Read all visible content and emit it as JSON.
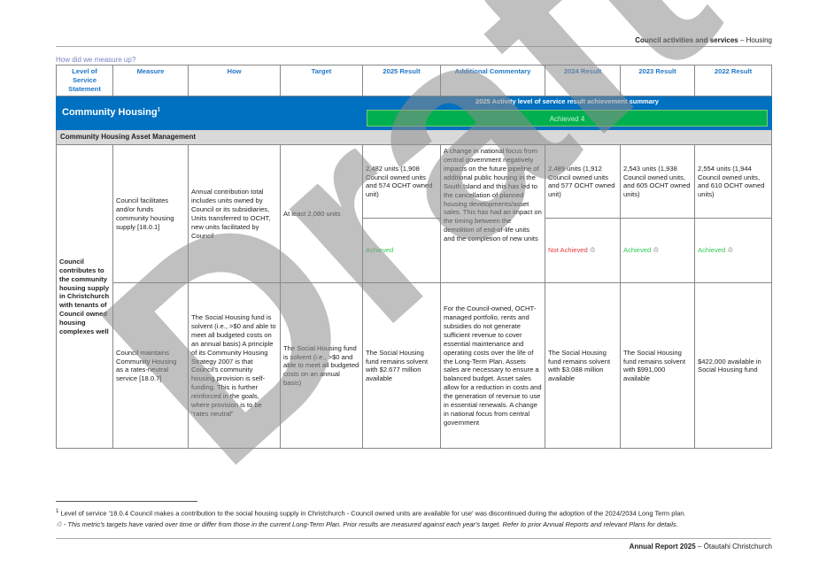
{
  "header": {
    "section": "Council activities and services",
    "sep": " – ",
    "sub": "Housing"
  },
  "measure_label": "How did we measure up?",
  "columns": [
    "Level of Service Statement",
    "Measure",
    "How",
    "Target",
    "2025 Result",
    "Additional Commentary",
    "2024 Result",
    "2023 Result",
    "2022 Result"
  ],
  "band": {
    "title": "Community Housing",
    "sup": "1",
    "summary_title": "2025 Activity level of service result achievement summary",
    "summary_value": "Achieved 4"
  },
  "group": "Community Housing Asset Management",
  "los": "Council contributes to the community housing supply in Christchurch with tenants of Council owned housing complexes well",
  "rows": [
    {
      "measure": "Council facilitates and/or funds community housing supply [18.0.1]",
      "how": "Annual contribution total includes units owned by Council or its subsidiaries, Units transferred to OCHT, new units facilitated by Council",
      "target": "At least 2,080 units",
      "r2025": "2,482 units (1,908 Council owned units and 574 OCHT owned unit)",
      "commentary": "A change in national focus from central government negatively impacts on the future pipeline of additional public housing in the South Island and this has led to the cancellation of planned housing developments/asset sales. This has had an impact on the timing between the demolition of end-of-life units and the completion of new units",
      "r2024": "2,489 units (1,912 Council owned units and 577 OCHT owned unit)",
      "r2023": "2,543 units (1,938 Council owned units, and 605 OCHT owned units)",
      "r2022": "2,554 units (1,944 Council owned units, and 610 OCHT owned units)",
      "s2025": "Achieved",
      "s2024": "Not Achieved",
      "s2023": "Achieved",
      "s2022": "Achieved"
    },
    {
      "measure": "Council maintains Community Housing as a rates-neutral service [18.0.7]",
      "how": "The Social Housing fund is solvent (i.e., >$0 and able to meet all budgeted costs on an annual basis) A principle of its Community Housing Strategy 2007 is that Council's community housing provision is self-funding. This is further reinforced in the goals, where provision is to be \"rates neutral\"",
      "target": "The Social Housing fund is solvent (i.e., >$0 and able to meet all budgeted costs on an annual basis)",
      "r2025": "The Social Housing fund remains solvent with $2.677 million available",
      "commentary": "For the Council-owned, OCHT-managed portfolio, rents and subsidies do not generate sufficient revenue to cover essential maintenance and operating costs over the life of the Long-Term Plan.  Assets sales are necessary to ensure a balanced budget. Asset sales allow for a reduction in costs and the generation of revenue to use in essential renewals. A change in national focus from central government",
      "r2024": "The Social Housing fund remains solvent with $3.088 million available",
      "r2023": "The Social Housing fund remains solvent with $991,000 available",
      "r2022": "$422,000 available in Social Housing fund"
    }
  ],
  "varied_icon": "♲",
  "footnotes": {
    "sup": "1",
    "note1": "Level of service '18.0.4 Council makes a contribution to the social housing supply in Christchurch - Council owned units are available for use' was discontinued during the adoption of the 2024/2034 Long Term plan.",
    "note2": "- This metric's targets have varied over time or differ from those in the current Long-Term Plan. Prior results are measured against each year's target. Refer to prior Annual Reports and relevant Plans for details."
  },
  "footer": {
    "title": "Annual Report 2025",
    "sep": " – ",
    "sub": "Ōtautahi Christchurch"
  },
  "watermark": "Draft",
  "colors": {
    "blue": "#0070c0",
    "green": "#00b050",
    "achieved": "#2ecc52",
    "not_achieved": "#e8383d"
  }
}
